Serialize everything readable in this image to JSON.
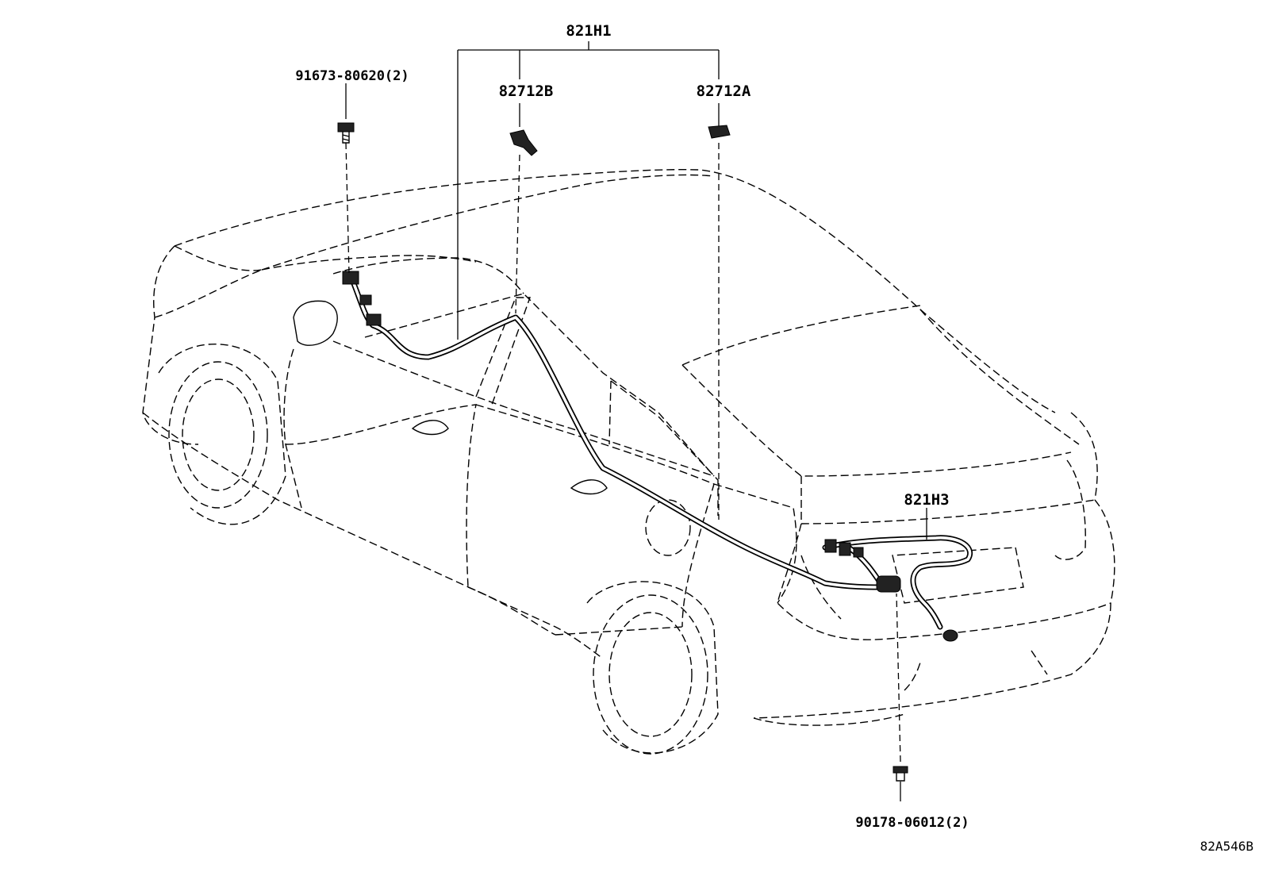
{
  "diagram": {
    "labels": {
      "harness_main": "821H1",
      "connector_b": "82712B",
      "connector_a": "82712A",
      "bolt_front": "91673-80620(2)",
      "harness_rear": "821H3",
      "bolt_rear": "90178-06012(2)",
      "illustration_ref": "82A546B"
    }
  }
}
